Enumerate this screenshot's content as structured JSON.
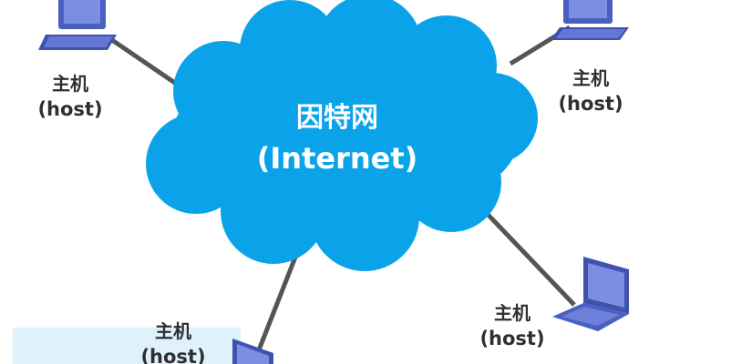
{
  "network": {
    "zh": "因特网",
    "en": "(Internet)"
  },
  "hosts": [
    {
      "zh": "主机",
      "en": "(host)",
      "device": "desktop-computer-icon"
    },
    {
      "zh": "主机",
      "en": "(host)",
      "device": "desktop-computer-icon"
    },
    {
      "zh": "主机",
      "en": "(host)",
      "device": "laptop-icon"
    },
    {
      "zh": "主机",
      "en": "(host)",
      "device": "laptop-icon"
    }
  ],
  "colors": {
    "cloud": "#0aa3ea",
    "link": "#555555",
    "device": "#4a5fc2",
    "label": "#2f2f2f"
  }
}
